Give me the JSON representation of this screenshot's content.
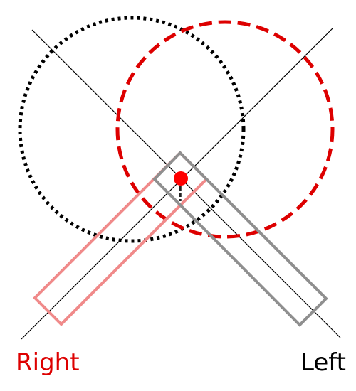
{
  "labels": {
    "right": "Right",
    "left": "Left"
  },
  "colors": {
    "background": "#ffffff",
    "axis_lines": "#000000",
    "right": "#dd0000",
    "right_rect": "#f08a8a",
    "left_circle": "#000000",
    "left_rect": "#8f8f8f",
    "center_point": "#ff0000"
  },
  "line_styles": {
    "right_circle": "dashed",
    "left_circle": "dotted",
    "rectangles": "solid"
  }
}
